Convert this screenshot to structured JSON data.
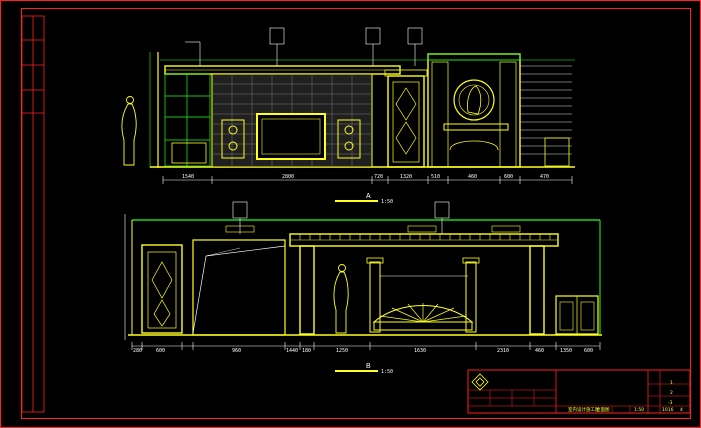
{
  "colors": {
    "background": "#000000",
    "frame": "#ff2020",
    "wall": "#ffff20",
    "accent": "#20ff20",
    "dimension": "#ffffff",
    "detail": "#e0e0e0"
  },
  "elevation_a": {
    "label": "A",
    "scale": "1:50",
    "dimensions": [
      "1540",
      "2800",
      "720",
      "1320",
      "510",
      "460",
      "600",
      "470"
    ]
  },
  "elevation_b": {
    "label": "B",
    "scale": "1:50",
    "dimensions": [
      "280",
      "600",
      "960",
      "1440",
      "180",
      "1250",
      "1630",
      "2310",
      "460",
      "1350",
      "600"
    ]
  },
  "title_block": {
    "field_1": "1",
    "field_2": "2",
    "field_3": "-3",
    "project_label": "室内设计施工图",
    "drawing_label": "立面图",
    "scale": "1:50",
    "drawing_number": "1016",
    "sheet": "4"
  }
}
